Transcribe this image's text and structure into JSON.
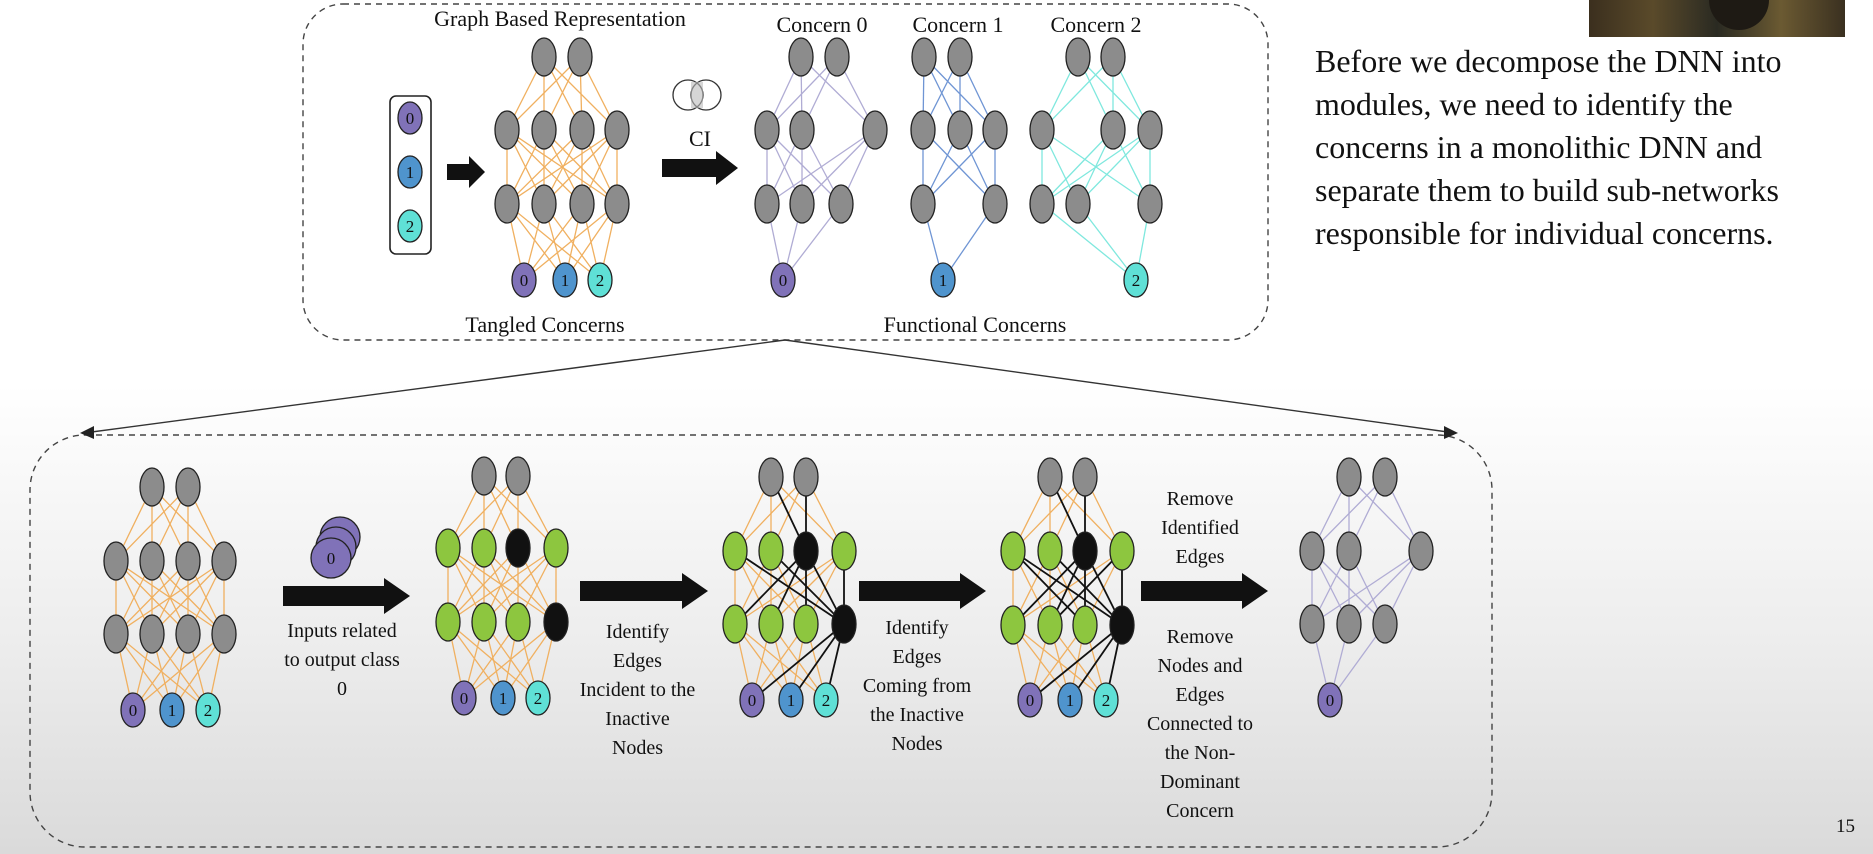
{
  "top_panel": {
    "title": "Graph Based Representation",
    "tangled_label": "Tangled Concerns",
    "functional_label": "Functional Concerns",
    "ci_label": "CI",
    "concern_labels": [
      "Concern 0",
      "Concern 1",
      "Concern 2"
    ],
    "class_labels": [
      "0",
      "1",
      "2"
    ]
  },
  "bottom_panel": {
    "stack_label": "0",
    "step1_caption": [
      "Inputs related",
      "to output class",
      "0"
    ],
    "step2_caption": [
      "Identify",
      "Edges",
      "Incident to the",
      "Inactive",
      "Nodes"
    ],
    "step3_caption": [
      "Identify",
      "Edges",
      "Coming from",
      "the Inactive",
      "Nodes"
    ],
    "step4_caption_top": [
      "Remove",
      "Identified",
      "Edges"
    ],
    "step4_caption_bottom": [
      "Remove",
      "Nodes and",
      "Edges",
      "Connected to",
      "the Non-",
      "Dominant",
      "Concern"
    ],
    "final_output_label": "0"
  },
  "explanation": {
    "lines": [
      "Before we decompose the DNN into",
      "modules, we need to identify the",
      "concerns in a monolithic DNN and",
      "separate them to build sub-networks",
      "responsible for individual concerns."
    ]
  },
  "page_number": "15",
  "colors": {
    "gray_node": "#8c8c8c",
    "green_node": "#8dc63f",
    "black_node": "#111111",
    "class0": "#8072b8",
    "class1": "#4f94cd",
    "class2": "#5fe0d6",
    "orange_edge": "#f0b060",
    "purple_edge": "#b0acd4",
    "blue_edge": "#6f95d4",
    "cyan_edge": "#7fe8de"
  }
}
